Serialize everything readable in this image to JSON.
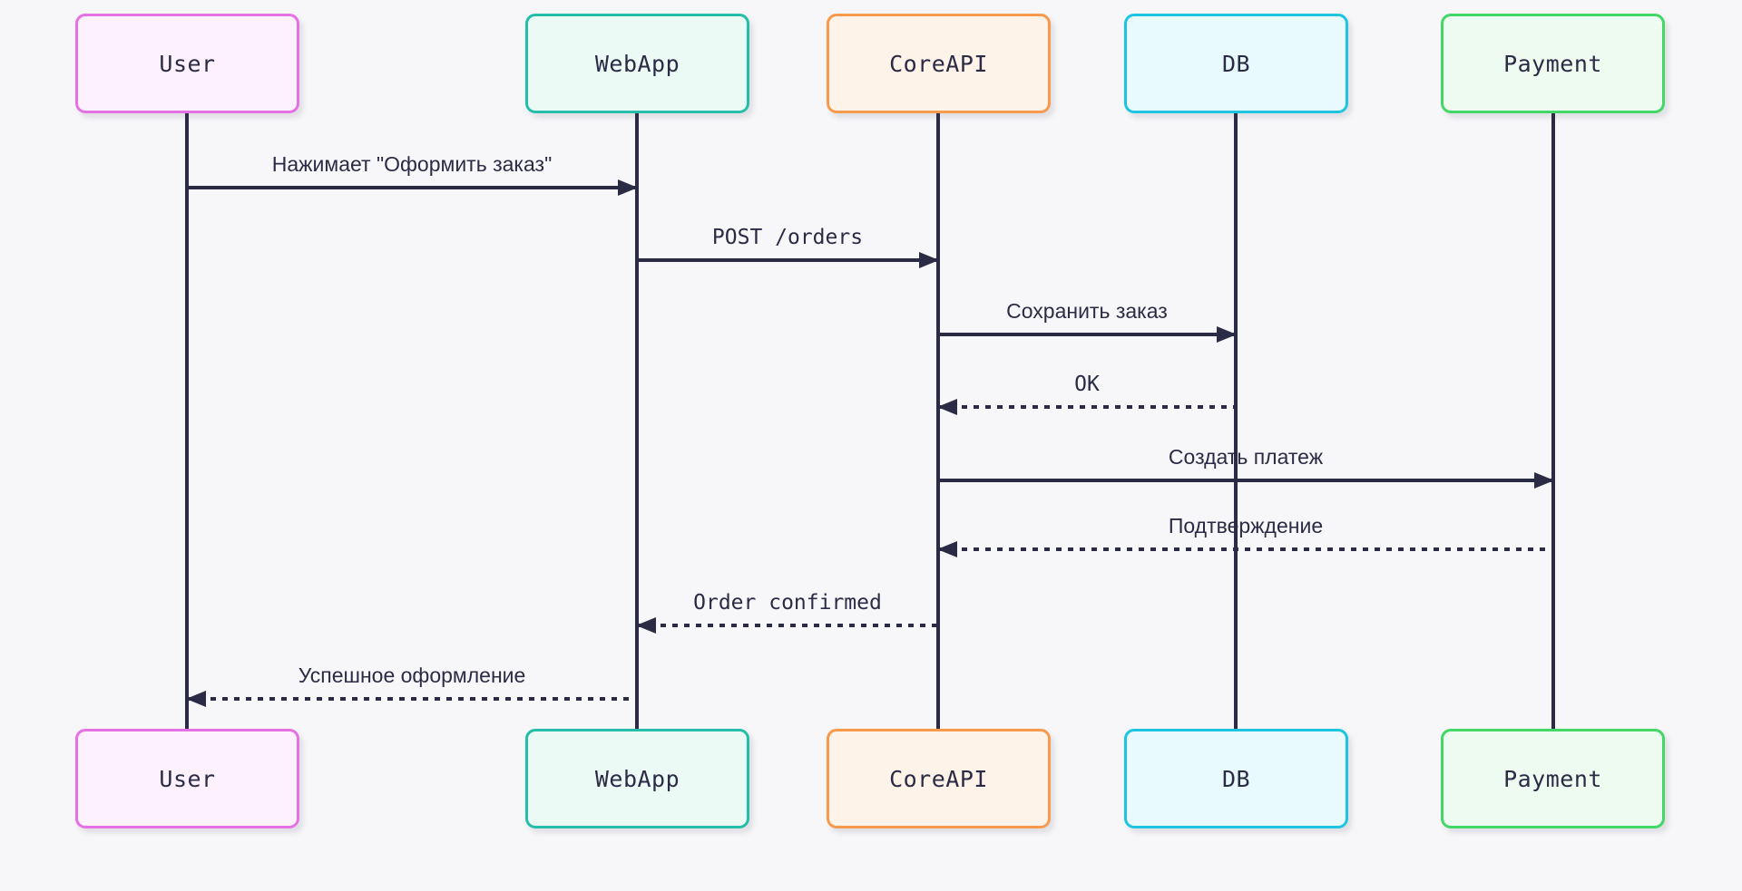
{
  "page": {
    "background_color": "#f7f7f9",
    "ink_color": "#2b2b45",
    "diagram_type": "sequence"
  },
  "actors": [
    {
      "name": "User",
      "border_color": "#e571e5",
      "fill_color": "#fcf1fc"
    },
    {
      "name": "WebApp",
      "border_color": "#25bfa9",
      "fill_color": "#ecfaf6"
    },
    {
      "name": "CoreAPI",
      "border_color": "#f79a4d",
      "fill_color": "#fef3e9"
    },
    {
      "name": "DB",
      "border_color": "#1ec5e0",
      "fill_color": "#e8fafd"
    },
    {
      "name": "Payment",
      "border_color": "#43d767",
      "fill_color": "#edfbf1"
    }
  ],
  "messages": [
    {
      "label": "Нажимает \"Оформить заказ\"",
      "from": "User",
      "to": "WebApp",
      "line": "solid",
      "direction": "right"
    },
    {
      "label": "POST /orders",
      "from": "WebApp",
      "to": "CoreAPI",
      "line": "solid",
      "direction": "right"
    },
    {
      "label": "Сохранить заказ",
      "from": "CoreAPI",
      "to": "DB",
      "line": "solid",
      "direction": "right"
    },
    {
      "label": "OK",
      "from": "DB",
      "to": "CoreAPI",
      "line": "dotted",
      "direction": "left"
    },
    {
      "label": "Создать платеж",
      "from": "CoreAPI",
      "to": "Payment",
      "line": "solid",
      "direction": "right"
    },
    {
      "label": "Подтверждение",
      "from": "Payment",
      "to": "CoreAPI",
      "line": "dotted",
      "direction": "left"
    },
    {
      "label": "Order confirmed",
      "from": "CoreAPI",
      "to": "WebApp",
      "line": "dotted",
      "direction": "left"
    },
    {
      "label": "Успешное оформление",
      "from": "WebApp",
      "to": "User",
      "line": "dotted",
      "direction": "left"
    }
  ]
}
